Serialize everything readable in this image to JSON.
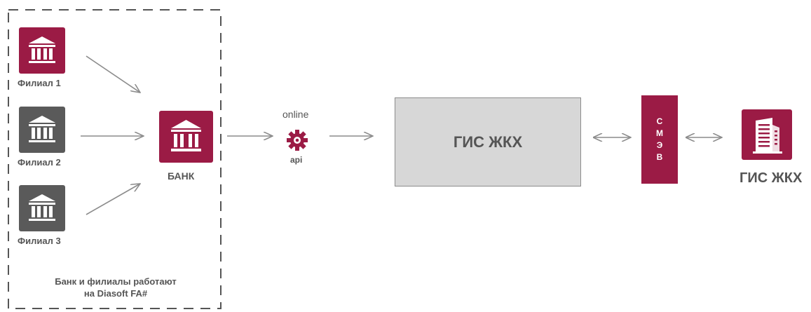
{
  "branches": [
    {
      "label": "Филиал 1",
      "icon": "bank-building-icon",
      "color": "#9b1b45"
    },
    {
      "label": "Филиал 2",
      "icon": "bank-building-icon",
      "color": "#5a5a5a"
    },
    {
      "label": "Филиал 3",
      "icon": "bank-building-icon",
      "color": "#5a5a5a"
    }
  ],
  "bank": {
    "label": "БАНК",
    "icon": "bank-building-icon",
    "color": "#9b1b45"
  },
  "group_caption": {
    "line1": "Банк и филиалы работают",
    "line2": "на Diasoft FA#"
  },
  "api": {
    "top_label": "online",
    "bottom_label": "api",
    "icon": "gear-icon"
  },
  "gis_box": {
    "label": "ГИС ЖКХ"
  },
  "smev": {
    "letters": [
      "С",
      "М",
      "Э",
      "В"
    ],
    "color": "#9b1b45"
  },
  "gis_right": {
    "label": "ГИС ЖКХ",
    "icon": "building-icon",
    "color": "#9b1b45"
  },
  "colors": {
    "accent": "#9b1b45",
    "grey": "#5a5a5a",
    "arrow": "#8c8c8c",
    "text": "#555555"
  }
}
